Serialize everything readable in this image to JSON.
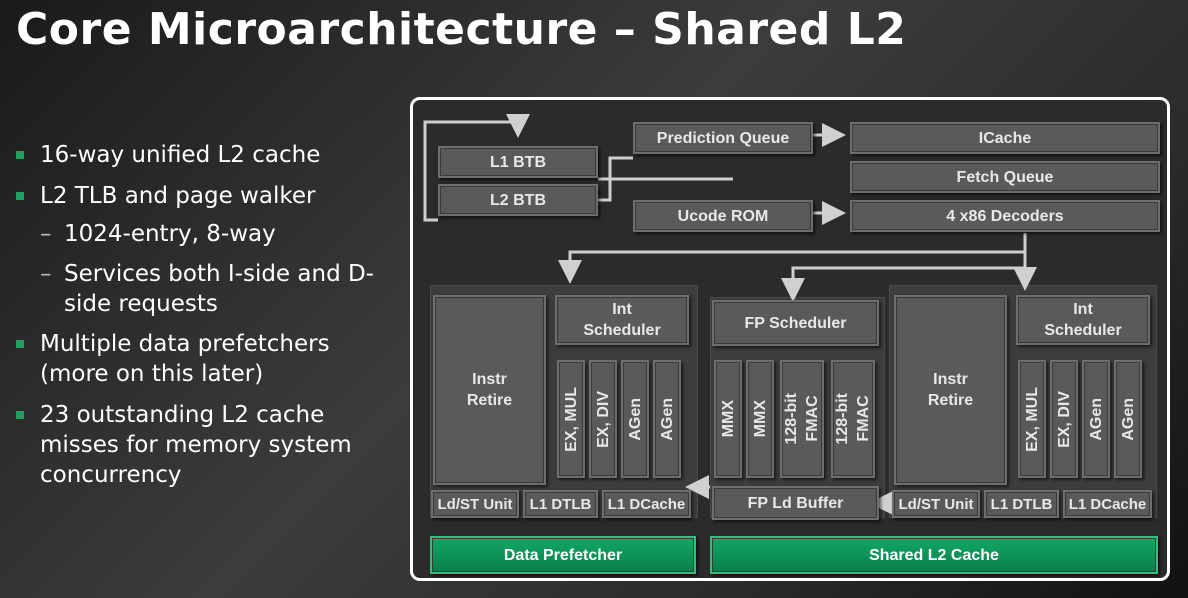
{
  "title": "Core Microarchitecture – Shared L2",
  "bullets": [
    {
      "text": "16-way unified L2 cache"
    },
    {
      "text": "L2 TLB and page walker",
      "sub": [
        "1024-entry, 8-way",
        "Services both I-side and D-side requests"
      ]
    },
    {
      "text": "Multiple data prefetchers (more on this later)"
    },
    {
      "text": "23 outstanding L2 cache misses for memory system concurrency"
    }
  ],
  "dash": "–",
  "diagram": {
    "front_end": {
      "l1_btb": "L1 BTB",
      "l2_btb": "L2 BTB",
      "prediction_queue": "Prediction Queue",
      "ucode_rom": "Ucode ROM",
      "icache": "ICache",
      "fetch_queue": "Fetch Queue",
      "decoders": "4 x86 Decoders"
    },
    "int_cluster_left": {
      "instr_retire": "Instr\nRetire",
      "int_scheduler": "Int\nScheduler",
      "units": [
        "EX, MUL",
        "EX, DIV",
        "AGen",
        "AGen"
      ],
      "ldst_unit": "Ld/ST Unit",
      "l1_dtlb": "L1 DTLB",
      "l1_dcache": "L1 DCache"
    },
    "fp_cluster": {
      "fp_scheduler": "FP Scheduler",
      "units": [
        "MMX",
        "MMX",
        "128-bit\nFMAC",
        "128-bit\nFMAC"
      ],
      "fp_ld_buffer": "FP Ld Buffer"
    },
    "int_cluster_right": {
      "instr_retire": "Instr\nRetire",
      "int_scheduler": "Int\nScheduler",
      "units": [
        "EX, MUL",
        "EX, DIV",
        "AGen",
        "AGen"
      ],
      "ldst_unit": "Ld/ST Unit",
      "l1_dtlb": "L1 DTLB",
      "l1_dcache": "L1 DCache"
    },
    "data_prefetcher": "Data Prefetcher",
    "shared_l2": "Shared L2 Cache"
  }
}
